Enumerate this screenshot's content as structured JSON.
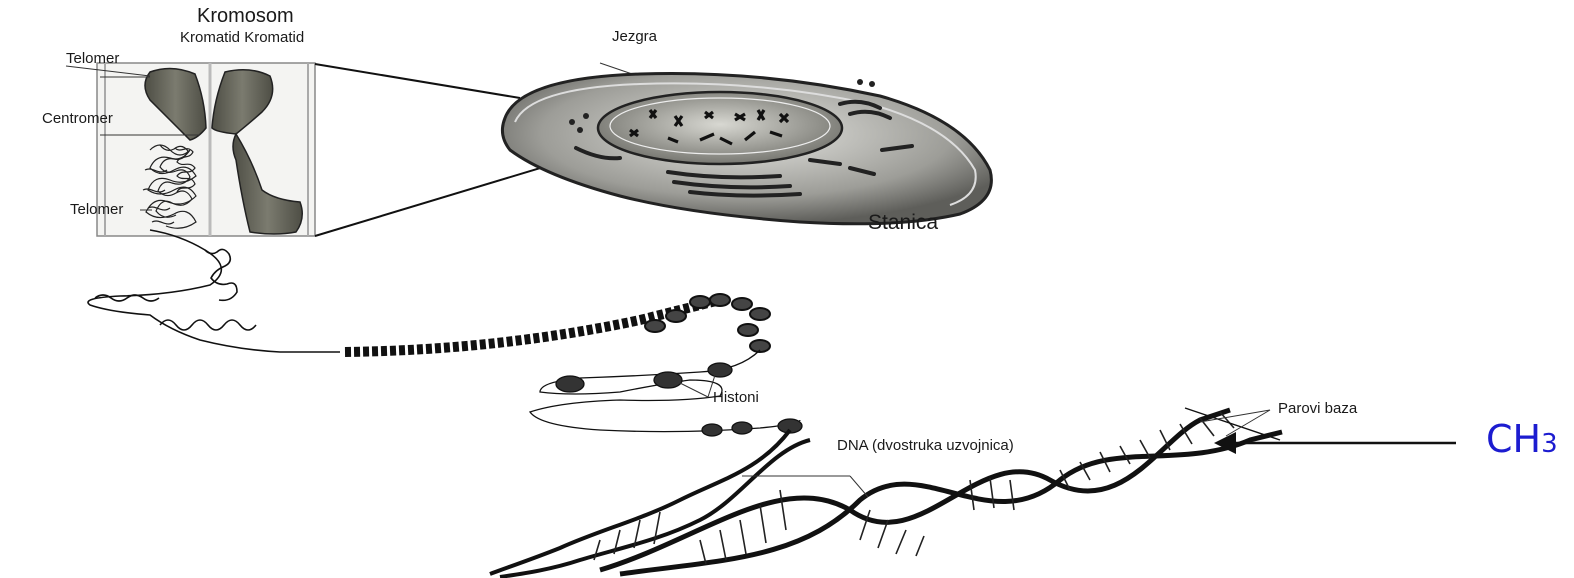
{
  "labels": {
    "chromosome": "Kromosom",
    "chromatids": "Kromatid Kromatid",
    "telomere_top": "Telomer",
    "centromere": "Centromer",
    "telomere_bottom": "Telomer",
    "nucleus": "Jezgra",
    "cell": "Stanica",
    "histones": "Histoni",
    "base_pairs": "Parovi baza",
    "dna": "DNA (dvostruka uzvojnica)"
  },
  "methyl": {
    "main": "CH",
    "sub": "3",
    "color": "#1c1cd0"
  },
  "colors": {
    "line": "#111111",
    "chromosome_fill": "#6b6b5e",
    "cell_fill": "#8e8e8a",
    "nucleus_fill": "#b9b9b3"
  }
}
